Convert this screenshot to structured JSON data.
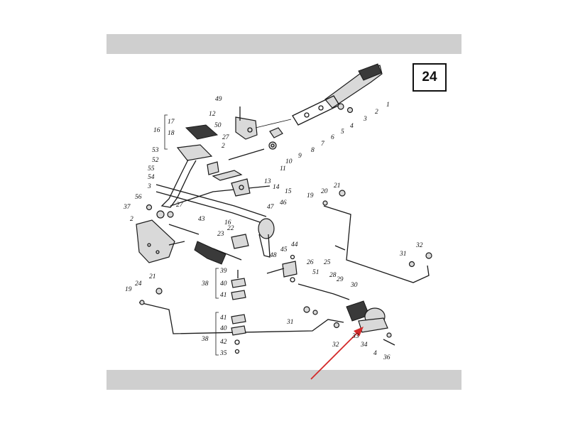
{
  "page_number": "24",
  "colors": {
    "arrow": "#d42a2a",
    "bars": "#cfcfcf"
  },
  "callouts": [
    {
      "text": "1"
    },
    {
      "text": "2"
    },
    {
      "text": "3"
    },
    {
      "text": "4"
    },
    {
      "text": "5"
    },
    {
      "text": "6"
    },
    {
      "text": "7"
    },
    {
      "text": "8"
    },
    {
      "text": "9"
    },
    {
      "text": "10"
    },
    {
      "text": "11"
    },
    {
      "text": "12"
    },
    {
      "text": "49"
    },
    {
      "text": "50"
    },
    {
      "text": "27"
    },
    {
      "text": "2"
    },
    {
      "text": "16"
    },
    {
      "text": "17"
    },
    {
      "text": "18"
    },
    {
      "text": "53"
    },
    {
      "text": "52"
    },
    {
      "text": "55"
    },
    {
      "text": "54"
    },
    {
      "text": "3"
    },
    {
      "text": "13"
    },
    {
      "text": "14"
    },
    {
      "text": "15"
    },
    {
      "text": "56"
    },
    {
      "text": "37"
    },
    {
      "text": "27"
    },
    {
      "text": "2"
    },
    {
      "text": "43"
    },
    {
      "text": "23"
    },
    {
      "text": "22"
    },
    {
      "text": "16"
    },
    {
      "text": "46"
    },
    {
      "text": "47"
    },
    {
      "text": "21"
    },
    {
      "text": "20"
    },
    {
      "text": "19"
    },
    {
      "text": "45"
    },
    {
      "text": "44"
    },
    {
      "text": "32"
    },
    {
      "text": "31"
    },
    {
      "text": "48"
    },
    {
      "text": "26"
    },
    {
      "text": "25"
    },
    {
      "text": "51"
    },
    {
      "text": "28"
    },
    {
      "text": "29"
    },
    {
      "text": "30"
    },
    {
      "text": "21"
    },
    {
      "text": "24"
    },
    {
      "text": "19"
    },
    {
      "text": "39"
    },
    {
      "text": "40"
    },
    {
      "text": "41"
    },
    {
      "text": "38"
    },
    {
      "text": "41"
    },
    {
      "text": "40"
    },
    {
      "text": "38"
    },
    {
      "text": "42"
    },
    {
      "text": "35"
    },
    {
      "text": "31"
    },
    {
      "text": "32"
    },
    {
      "text": "33"
    },
    {
      "text": "34"
    },
    {
      "text": "4"
    },
    {
      "text": "36"
    }
  ]
}
